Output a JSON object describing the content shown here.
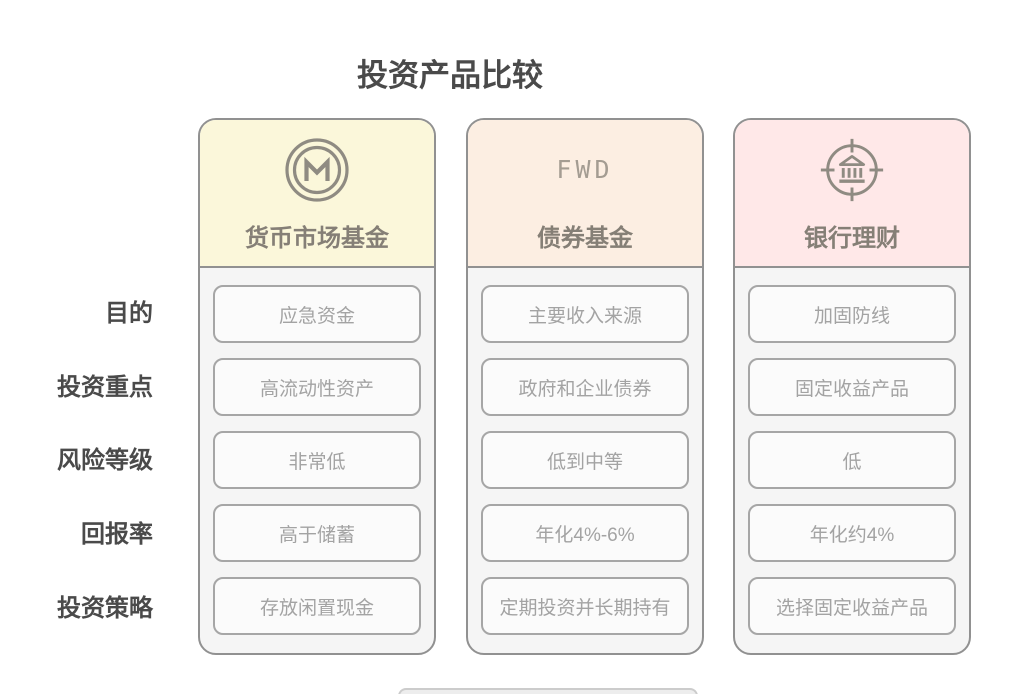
{
  "title": "投资产品比较",
  "row_labels": [
    "目的",
    "投资重点",
    "风险等级",
    "回报率",
    "投资策略"
  ],
  "columns": [
    {
      "name": "货币市场基金",
      "icon": "monero-m-circle-icon",
      "header_bg": "#FBF7DA",
      "cells": [
        "应急资金",
        "高流动性资产",
        "非常低",
        "高于储蓄",
        "存放闲置现金"
      ]
    },
    {
      "name": "债券基金",
      "icon_text": "FWD",
      "header_bg": "#FCEEE2",
      "cells": [
        "主要收入来源",
        "政府和企业债券",
        "低到中等",
        "年化4%-6%",
        "定期投资并长期持有"
      ]
    },
    {
      "name": "银行理财",
      "icon": "bank-target-icon",
      "header_bg": "#FFE8E8",
      "cells": [
        "加固防线",
        "固定收益产品",
        "低",
        "年化约4%",
        "选择固定收益产品"
      ]
    }
  ],
  "colors": {
    "header_money_market_bg": "#FBF7DA",
    "header_bond_fund_bg": "#FCEEE2",
    "header_bank_bg": "#FFE8E8",
    "column_border": "#919191",
    "cell_border": "#a6a6a6",
    "column_body_bg": "#f5f5f5",
    "cell_bg": "#fbfbfb",
    "title_text": "#4a4a4a",
    "row_label_text": "#4a4a4a",
    "header_label_text": "#857f76",
    "cell_text": "#a3a3a3",
    "icon_stroke": "#8f8b82"
  },
  "chart_data": {
    "type": "table",
    "title": "投资产品比较",
    "row_headers": [
      "目的",
      "投资重点",
      "风险等级",
      "回报率",
      "投资策略"
    ],
    "column_headers": [
      "货币市场基金",
      "债券基金",
      "银行理财"
    ],
    "rows": [
      [
        "应急资金",
        "主要收入来源",
        "加固防线"
      ],
      [
        "高流动性资产",
        "政府和企业债券",
        "固定收益产品"
      ],
      [
        "非常低",
        "低到中等",
        "低"
      ],
      [
        "高于储蓄",
        "年化4%-6%",
        "年化约4%"
      ],
      [
        "存放闲置现金",
        "定期投资并长期持有",
        "选择固定收益产品"
      ]
    ]
  }
}
